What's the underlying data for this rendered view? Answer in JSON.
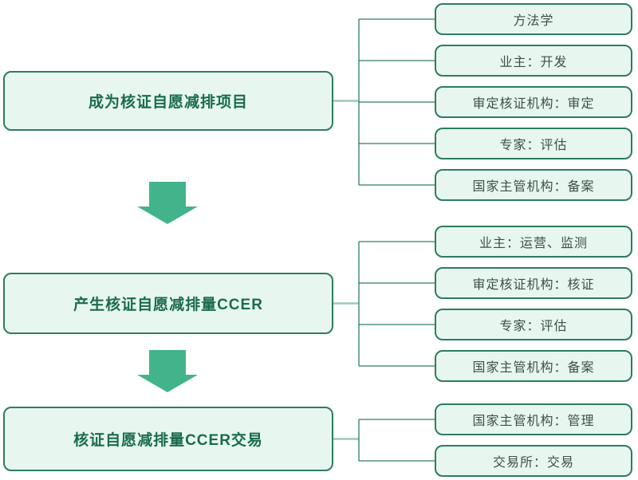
{
  "colors": {
    "background": "#ffffff",
    "box_fill": "#e7f7f0",
    "box_border": "#2d7c5f",
    "main_text": "#1a6b4e",
    "item_text": "#3f5049",
    "connector_light": "#9bcab7",
    "connector_dark": "#2d7c5f",
    "arrow": "#42b38a"
  },
  "flow": {
    "stages": [
      {
        "label": "成为核证自愿减排项目",
        "items": [
          "方法学",
          "业主：开发",
          "审定核证机构：审定",
          "专家：评估",
          "国家主管机构：备案"
        ]
      },
      {
        "label": "产生核证自愿减排量CCER",
        "items": [
          "业主：运营、监测",
          "审定核证机构：核证",
          "专家：评估",
          "国家主管机构：备案"
        ]
      },
      {
        "label": "核证自愿减排量CCER交易",
        "items": [
          "国家主管机构：管理",
          "交易所：交易"
        ]
      }
    ]
  }
}
